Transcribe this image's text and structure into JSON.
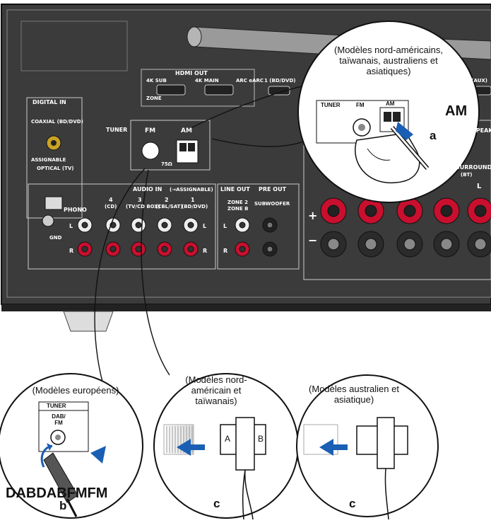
{
  "panel": {
    "hdmi_out": "HDMI OUT",
    "hdmi_4k_sub": "4K SUB",
    "hdmi_zone": "ZONE",
    "hdmi_4k_main": "4K MAIN",
    "hdmi_arc": "ARC eARC",
    "hdmi_in_1": "1 (BD/DVD)",
    "hdmi_in_6": "6 (AUX)",
    "digital_in": "DIGITAL IN",
    "coaxial": "COAXIAL (BD/DVD)",
    "assignable": "ASSIGNABLE",
    "optical": "OPTICAL (TV)",
    "tuner": "TUNER",
    "fm": "FM",
    "am": "AM",
    "ohm": "75Ω",
    "audio_in": "AUDIO IN",
    "audio_in_note": "(→ASSIGNABLE)",
    "phono": "PHONO",
    "gnd": "GND",
    "in4": "4",
    "in4_sub": "(CD)",
    "in3": "3",
    "in3_sub": "(TV/CD BOX)",
    "in2": "2",
    "in2_sub": "(CBL/SAT)",
    "in1": "1",
    "in1_sub": "(BD/DVD)",
    "line_out": "LINE OUT",
    "zone2": "ZONE 2",
    "zone_b": "ZONE B",
    "pre_out": "PRE OUT",
    "subwoofer": "SUBWOOFER",
    "speakers": "SPEAKERS",
    "surround": "SURROUND",
    "surround_sub": "(BT)",
    "L": "L",
    "R": "R",
    "plus": "+",
    "minus": "−"
  },
  "callout_am": {
    "caption": "(Modèles nord-américains, taïwanais, australiens et asiatiques)",
    "tuner": "TUNER",
    "fm": "FM",
    "am": "AM",
    "label": "AM",
    "letter": "a"
  },
  "callout_dab": {
    "caption": "(Modèles européens)",
    "tuner": "TUNER",
    "dab_fm": "DAB/ FM",
    "label": "DABDABFMFM",
    "letter": "b"
  },
  "callout_na": {
    "caption": "(Modèles nord-américain et taïwanais)",
    "side_a": "A",
    "side_b": "B",
    "letter": "c"
  },
  "callout_au": {
    "caption": "(Modèles australien et asiatique)",
    "letter": "c"
  },
  "colors": {
    "panel": "#3b3b3b",
    "panel_dark": "#2a2a2a",
    "arrow": "#1a5fb4",
    "red": "#c8102e",
    "gold": "#c9a227"
  }
}
